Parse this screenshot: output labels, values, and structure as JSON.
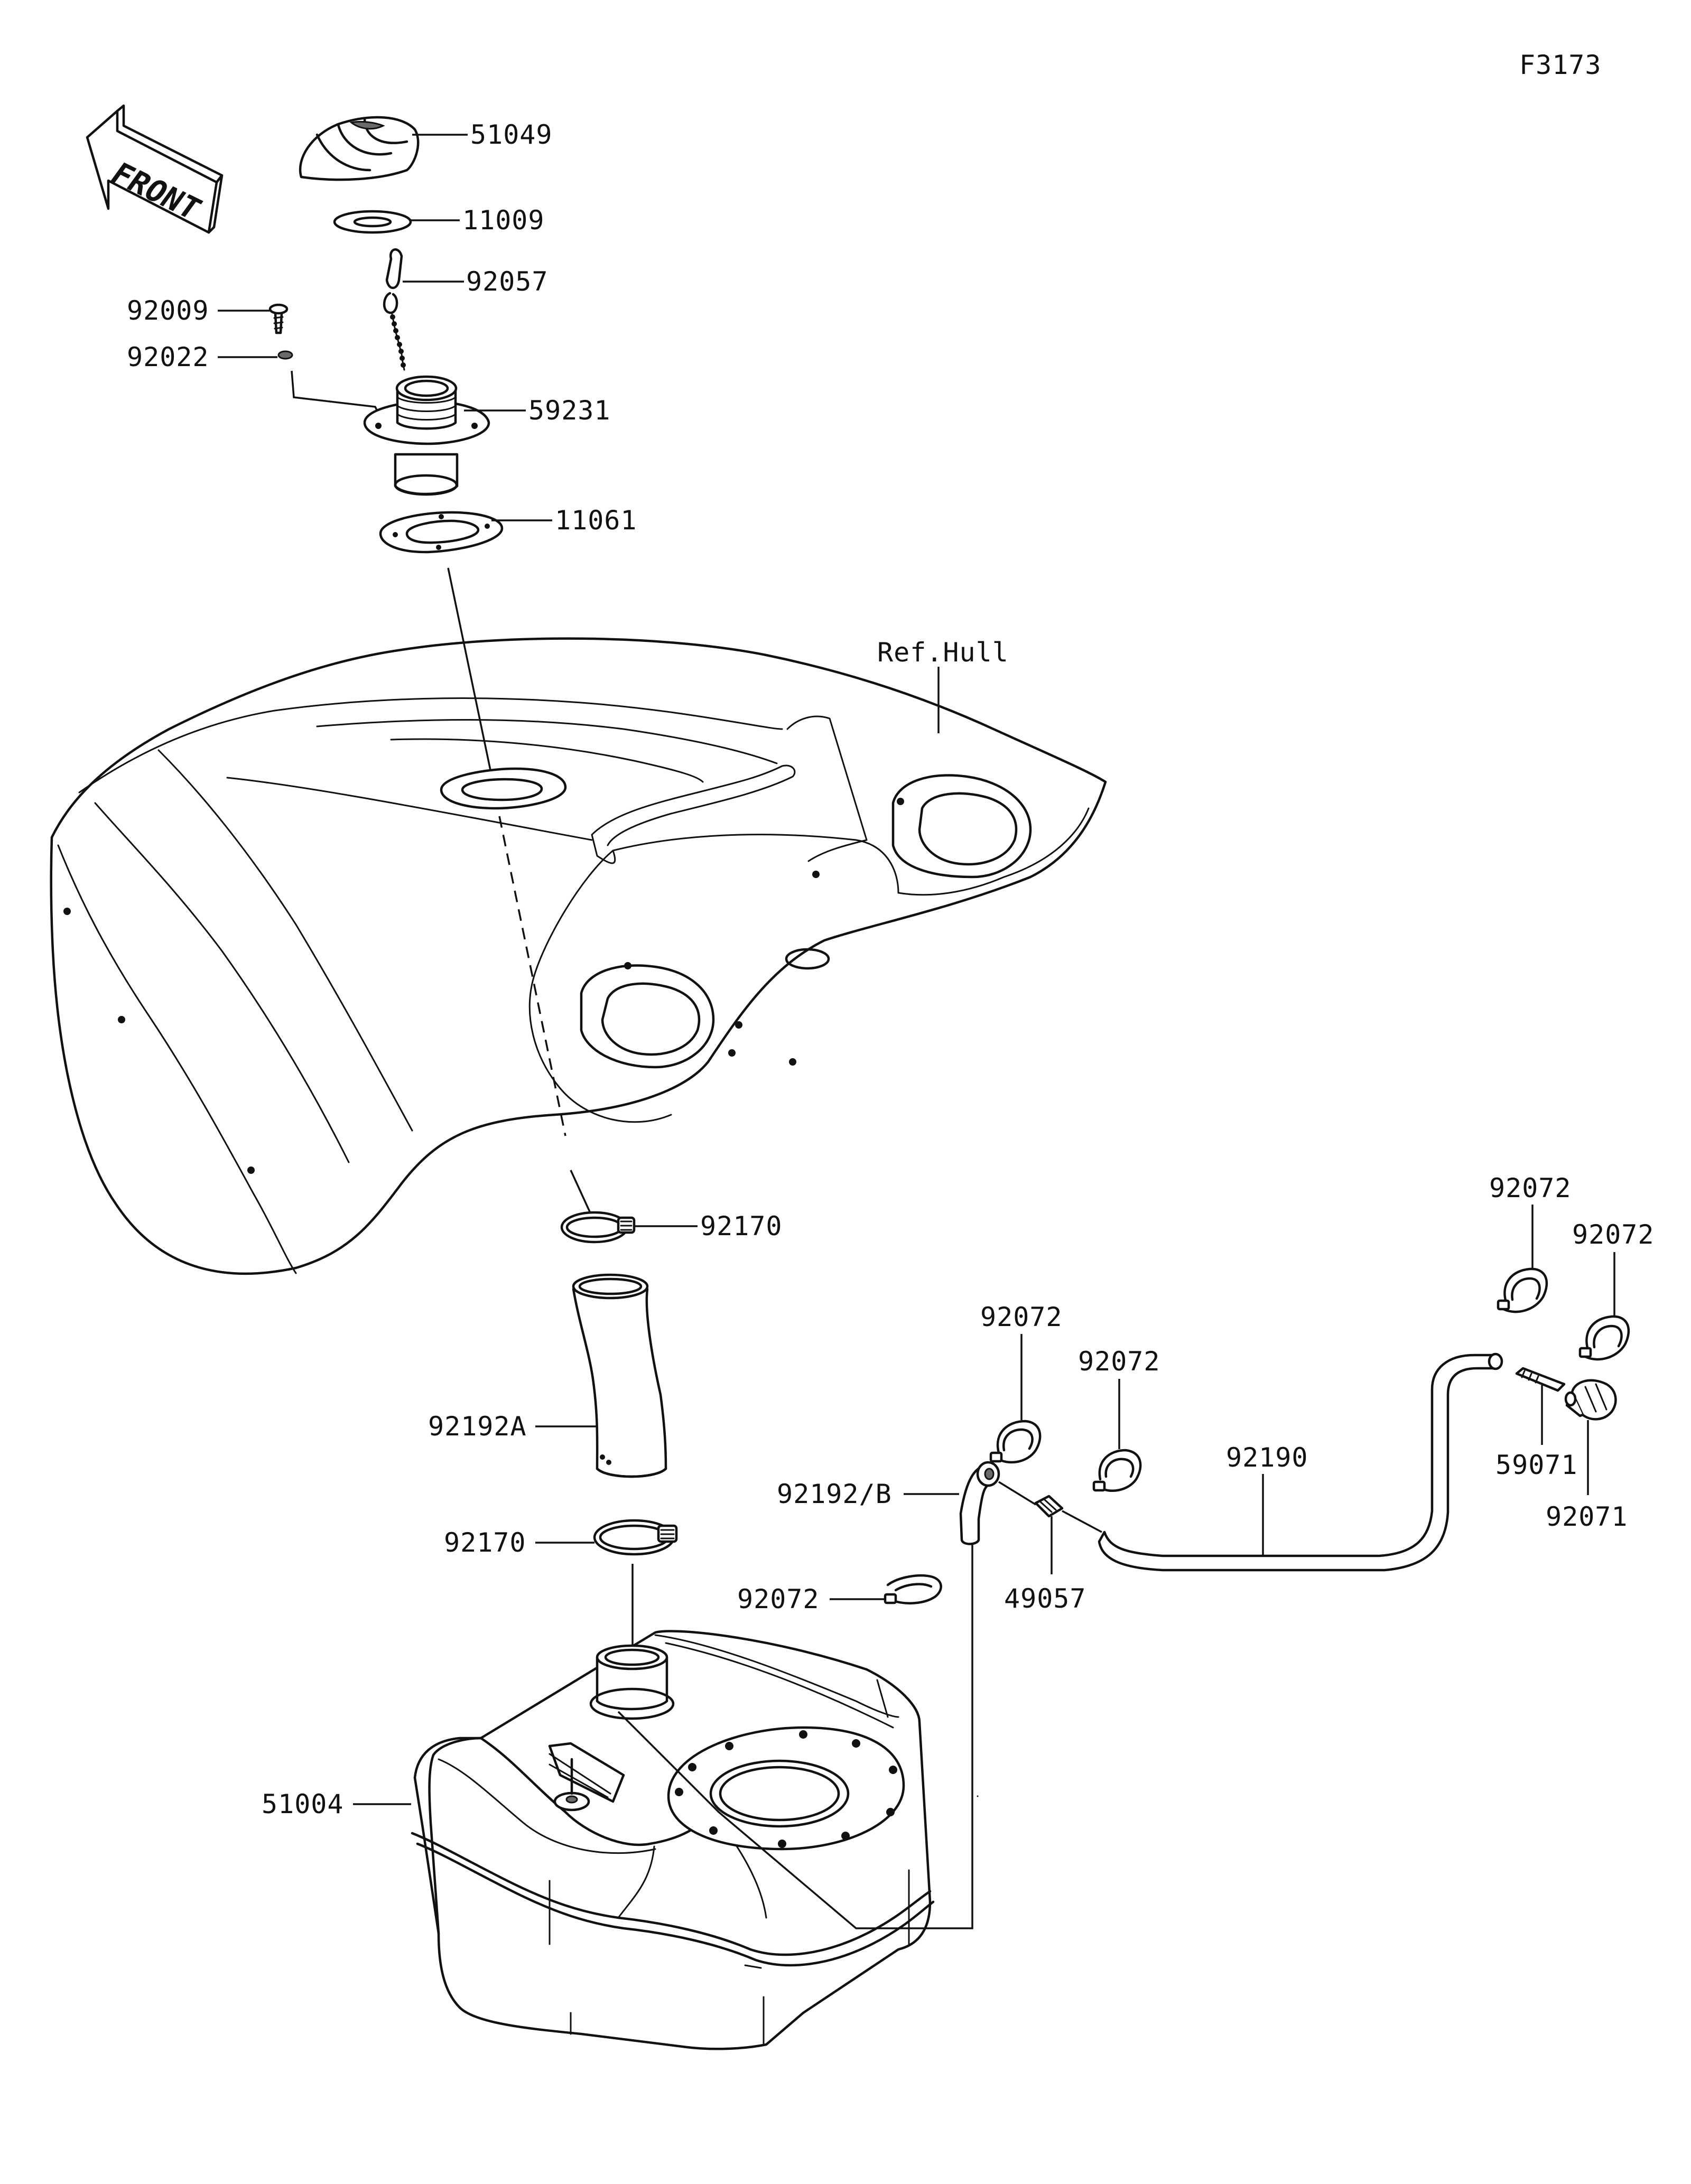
{
  "figure_id": "F3173",
  "direction_label": "FRONT",
  "reference_label": "Ref.Hull",
  "callouts": {
    "cap": "51049",
    "cap_gasket": "11009",
    "tether": "92057",
    "screw": "92009",
    "washer": "92022",
    "filler_neck": "59231",
    "neck_gasket": "11061",
    "clamp_upper": "92170",
    "filler_hose": "92192A",
    "clamp_lower": "92170",
    "tank": "51004",
    "elbow_hose": "92192/B",
    "clip_left": "92072",
    "clip_mid": "92072",
    "clip_lower": "92072",
    "clip_right_top": "92072",
    "clip_right": "92072",
    "vent_hose": "92190",
    "check_valve": "49057",
    "fitting": "59071",
    "vent_cap": "92071"
  }
}
